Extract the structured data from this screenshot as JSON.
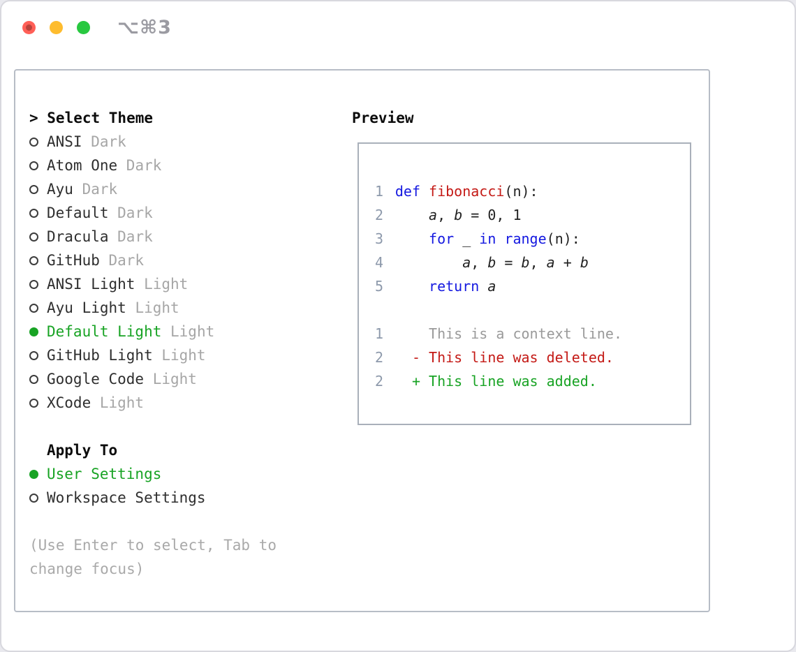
{
  "window": {
    "title": "⌥⌘3",
    "traffic_lights": [
      "close",
      "minimize",
      "zoom"
    ]
  },
  "colors": {
    "accent_green": "#18a324",
    "keyword_blue": "#1418e0",
    "error_red": "#c41a16",
    "line_number_gray_blue": "#8d99ab",
    "muted_gray": "#a6a6a6"
  },
  "theme_selector": {
    "heading": "> Select Theme",
    "items": [
      {
        "name": "ANSI",
        "variant": "Dark",
        "selected": false
      },
      {
        "name": "Atom One",
        "variant": "Dark",
        "selected": false
      },
      {
        "name": "Ayu",
        "variant": "Dark",
        "selected": false
      },
      {
        "name": "Default",
        "variant": "Dark",
        "selected": false
      },
      {
        "name": "Dracula",
        "variant": "Dark",
        "selected": false
      },
      {
        "name": "GitHub",
        "variant": "Dark",
        "selected": false
      },
      {
        "name": "ANSI Light",
        "variant": "Light",
        "selected": false
      },
      {
        "name": "Ayu Light",
        "variant": "Light",
        "selected": false
      },
      {
        "name": "Default Light",
        "variant": "Light",
        "selected": true
      },
      {
        "name": "GitHub Light",
        "variant": "Light",
        "selected": false
      },
      {
        "name": "Google Code",
        "variant": "Light",
        "selected": false
      },
      {
        "name": "XCode",
        "variant": "Light",
        "selected": false
      }
    ],
    "apply_to": {
      "heading": "Apply To",
      "options": [
        {
          "label": "User Settings",
          "selected": true
        },
        {
          "label": "Workspace Settings",
          "selected": false
        }
      ]
    },
    "hint": "(Use Enter to select, Tab to\nchange focus)"
  },
  "preview": {
    "heading": "Preview",
    "code_lines": [
      {
        "num": "1",
        "tokens": [
          [
            "kw",
            "def"
          ],
          [
            "pl",
            " "
          ],
          [
            "fn",
            "fibonacci"
          ],
          [
            "pl",
            "(n):"
          ]
        ]
      },
      {
        "num": "2",
        "tokens": [
          [
            "pl",
            "    "
          ],
          [
            "it",
            "a"
          ],
          [
            "pl",
            ", "
          ],
          [
            "it",
            "b"
          ],
          [
            "pl",
            " = 0, 1"
          ]
        ]
      },
      {
        "num": "3",
        "tokens": [
          [
            "pl",
            "    "
          ],
          [
            "kw",
            "for"
          ],
          [
            "pl",
            " _ "
          ],
          [
            "kw",
            "in"
          ],
          [
            "pl",
            " "
          ],
          [
            "kw",
            "range"
          ],
          [
            "pl",
            "(n):"
          ]
        ]
      },
      {
        "num": "4",
        "tokens": [
          [
            "pl",
            "        "
          ],
          [
            "it",
            "a"
          ],
          [
            "pl",
            ", "
          ],
          [
            "it",
            "b"
          ],
          [
            "pl",
            " = "
          ],
          [
            "it",
            "b"
          ],
          [
            "pl",
            ", "
          ],
          [
            "it",
            "a"
          ],
          [
            "pl",
            " + "
          ],
          [
            "it",
            "b"
          ]
        ]
      },
      {
        "num": "5",
        "tokens": [
          [
            "pl",
            "    "
          ],
          [
            "kw",
            "return"
          ],
          [
            "pl",
            " "
          ],
          [
            "it",
            "a"
          ]
        ]
      },
      {
        "num": "",
        "tokens": []
      },
      {
        "num": "1",
        "tokens": [
          [
            "ctx",
            "    This is a context line."
          ]
        ]
      },
      {
        "num": "2",
        "tokens": [
          [
            "del",
            "  - This line was deleted."
          ]
        ]
      },
      {
        "num": "2",
        "tokens": [
          [
            "add",
            "  + This line was added."
          ]
        ]
      }
    ]
  }
}
